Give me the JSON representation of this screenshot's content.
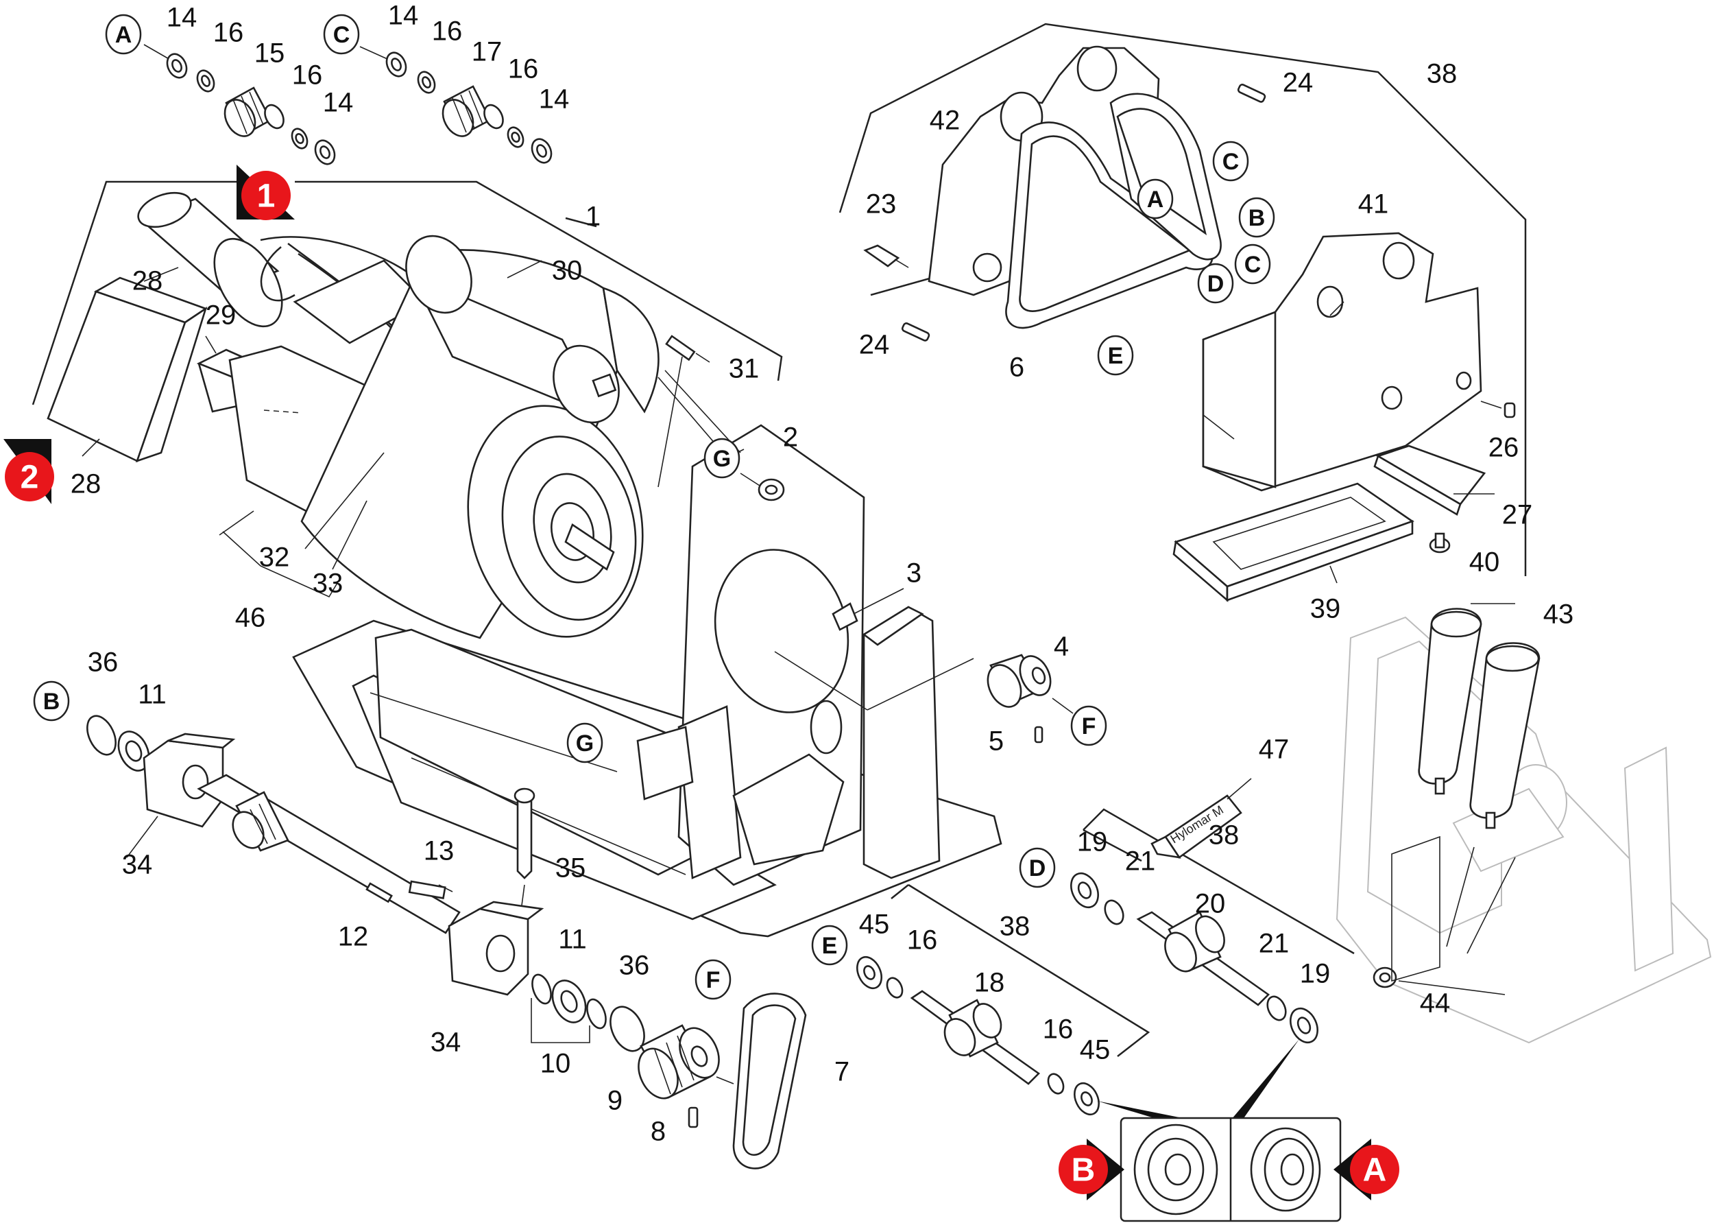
{
  "diagram": {
    "part_numbers": {
      "n1": "1",
      "n2": "2",
      "n3": "3",
      "n4": "4",
      "n5": "5",
      "n6": "6",
      "n7": "7",
      "n8": "8",
      "n9": "9",
      "n10": "10",
      "n11a": "11",
      "n11b": "11",
      "n12": "12",
      "n13": "13",
      "n14a": "14",
      "n14b": "14",
      "n14c": "14",
      "n14d": "14",
      "n15": "15",
      "n16a": "16",
      "n16b": "16",
      "n16c": "16",
      "n16d": "16",
      "n16e": "16",
      "n16f": "16",
      "n17": "17",
      "n18": "18",
      "n19a": "19",
      "n19b": "19",
      "n20": "20",
      "n21a": "21",
      "n21b": "21",
      "n23": "23",
      "n24a": "24",
      "n24b": "24",
      "n26": "26",
      "n27": "27",
      "n28a": "28",
      "n28b": "28",
      "n29": "29",
      "n30": "30",
      "n31": "31",
      "n32": "32",
      "n33": "33",
      "n34a": "34",
      "n34b": "34",
      "n35": "35",
      "n36a": "36",
      "n36b": "36",
      "n38a": "38",
      "n38b": "38",
      "n38c": "38",
      "n39": "39",
      "n40": "40",
      "n41": "41",
      "n42": "42",
      "n43": "43",
      "n44": "44",
      "n45a": "45",
      "n45b": "45",
      "n46": "46",
      "n47": "47"
    },
    "letter_markers": {
      "a_top": "A",
      "c_top": "C",
      "c_belt1": "C",
      "a_belt": "A",
      "b_belt": "B",
      "c_belt2": "C",
      "d_belt": "D",
      "e_belt": "E",
      "g_shaft": "G",
      "f_pulley": "F",
      "b_left": "B",
      "g_lower": "G",
      "d_bearing": "D",
      "e_bearing": "E",
      "f_belt": "F"
    },
    "view_markers": {
      "view1": "1",
      "view2": "2",
      "detail_b": "B",
      "detail_a": "A"
    },
    "tube_label": "Hylomar M"
  }
}
